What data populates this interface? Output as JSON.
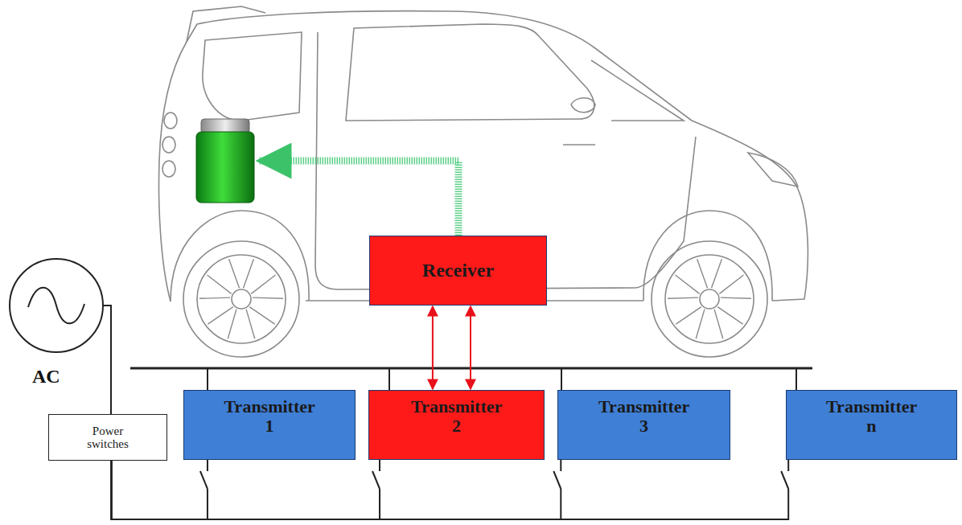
{
  "diagram": {
    "nodes": [
      {
        "text": [
          "Receiver"
        ]
      },
      {
        "text": [
          "Transmitter 1"
        ]
      },
      {
        "text": [
          "Transmitter 2"
        ]
      },
      {
        "text": [
          "Transmitter 3"
        ]
      },
      {
        "text": [
          "Transmitter n"
        ]
      },
      {
        "text": [
          "Power switches"
        ]
      }
    ],
    "edges": [
      {
        "from": 0,
        "to": 2,
        "arrow": "both"
      },
      {
        "from": 0,
        "to": 2,
        "arrow": "both"
      },
      {
        "from": 5,
        "to": 1,
        "arrow": "none"
      },
      {
        "from": 5,
        "to": 2,
        "arrow": "none"
      },
      {
        "from": 5,
        "to": 3,
        "arrow": "none"
      },
      {
        "from": 5,
        "to": 4,
        "arrow": "none"
      }
    ],
    "labels": [
      "AC"
    ]
  }
}
